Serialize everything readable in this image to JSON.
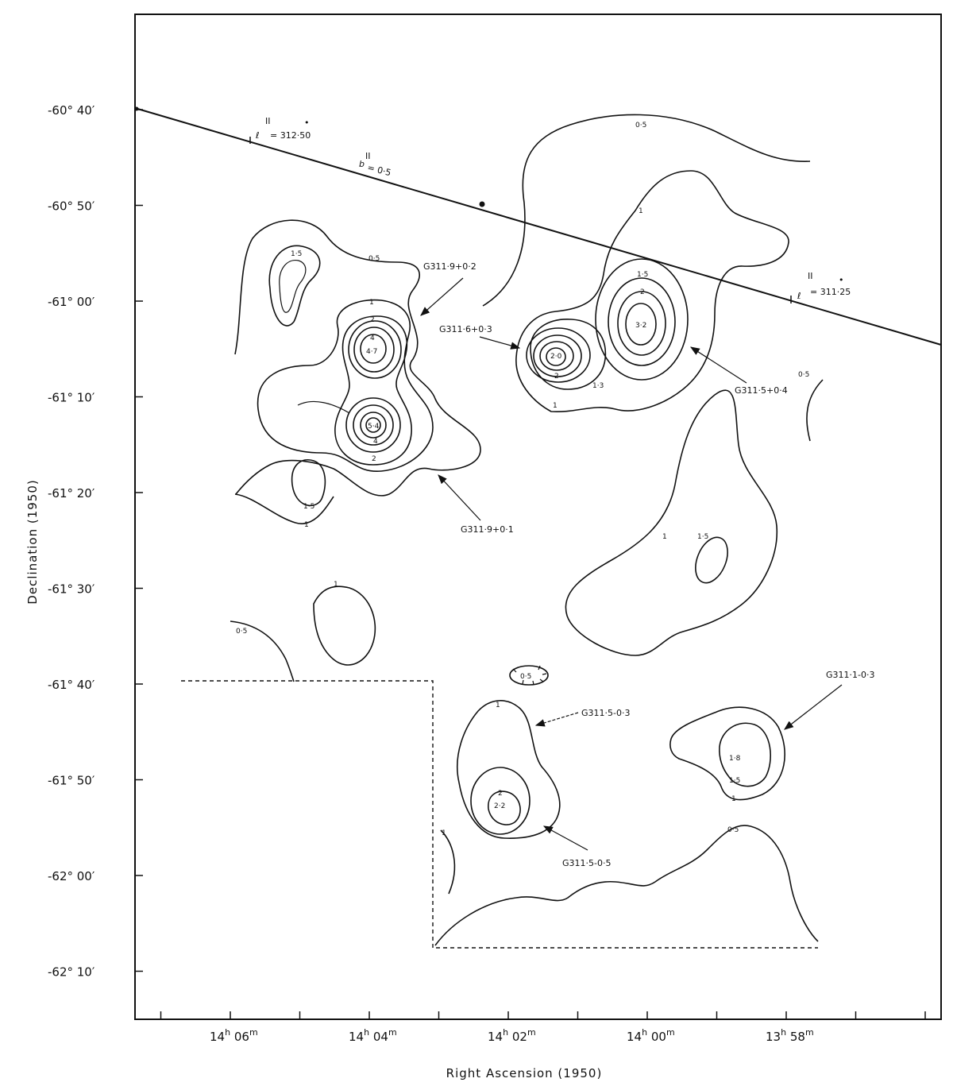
{
  "axes": {
    "x_title": "Right  Ascension  (1950)",
    "y_title": "Declination  (1950)",
    "ra_ticks": [
      {
        "h": "14",
        "m": "06"
      },
      {
        "h": "14",
        "m": "04"
      },
      {
        "h": "14",
        "m": "02"
      },
      {
        "h": "14",
        "m": "00"
      },
      {
        "h": "13",
        "m": "58"
      }
    ],
    "dec_ticks": [
      "-60° 40′",
      "-60° 50′",
      "-61° 00′",
      "-61° 10′",
      "-61° 20′",
      "-61° 30′",
      "-61° 40′",
      "-61° 50′",
      "-62° 00′",
      "-62° 10′"
    ]
  },
  "galactic": {
    "l_left": "= 312·50",
    "l_right": "= 311·25",
    "b": "= 0·5"
  },
  "sources": {
    "s1": "G311·9+0·2",
    "s2": "G311·6+0·3",
    "s3": "G311·5+0·4",
    "s4": "G311·9+0·1",
    "s5": "G311·5-0·3",
    "s6": "G311·1-0·3",
    "s7": "G311·5-0·5"
  },
  "levels": {
    "a": "0·5",
    "b": "1·5",
    "c": "0·5",
    "d": "1",
    "e": "2",
    "f": "4",
    "g": "4·7",
    "h": "5·4",
    "i": "4",
    "j": "2",
    "k": "1·5",
    "l": "1",
    "m": "0·5",
    "n": "1",
    "o": "1",
    "p": "1·5",
    "q": "2",
    "r": "3·2",
    "s": "2·0",
    "t": "2",
    "u": "1·3",
    "v": "1",
    "w": "0·5",
    "x": "1",
    "y": "1·5",
    "z": "0·5",
    "aa": "1",
    "ab": "0·5",
    "ac": "1",
    "ad": "2",
    "ae": "2·2",
    "af": "1",
    "ag": "1·8",
    "ah": "1·5",
    "ai": "1",
    "aj": "0·5"
  }
}
